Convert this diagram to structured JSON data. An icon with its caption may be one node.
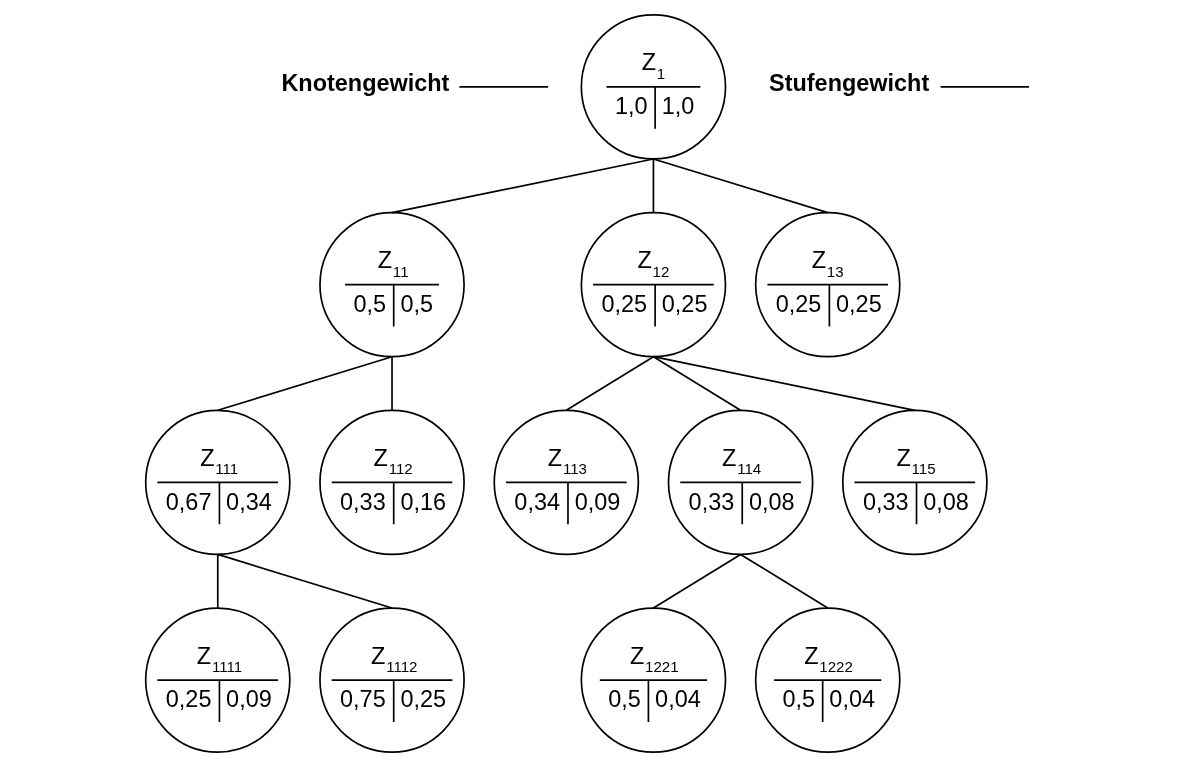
{
  "diagram": {
    "nodes": [
      {
        "text": [
          "Knotengewicht"
        ]
      },
      {
        "text": [
          "Z$_{1}$",
          "1,0",
          "1,0"
        ]
      },
      {
        "text": [
          "Stufengewicht"
        ]
      },
      {
        "text": [
          "Z$_{11}$",
          "0,5",
          "0,5"
        ]
      },
      {
        "text": [
          "Z$_{12}$",
          "0,25",
          "0,25"
        ]
      },
      {
        "text": [
          "Z$_{13}$",
          "0,25",
          "0,25"
        ]
      },
      {
        "text": [
          "Z$_{111}$",
          "0,67",
          "0,34"
        ]
      },
      {
        "text": [
          "Z$_{112}$",
          "0,33",
          "0,16"
        ]
      },
      {
        "text": [
          "Z$_{113}$",
          "0,34",
          "0,09"
        ]
      },
      {
        "text": [
          "Z$_{114}$",
          "0,33",
          "0,08"
        ]
      },
      {
        "text": [
          "Z$_{115}$",
          "0,33",
          "0,08"
        ]
      },
      {
        "text": [
          "Z$_{1111}$",
          "0,25",
          "0,09"
        ]
      },
      {
        "text": [
          "Z$_{1112}$",
          "0,75",
          "0,25"
        ]
      },
      {
        "text": [
          "Z$_{1221}$",
          "0,5",
          "0,04"
        ]
      },
      {
        "text": [
          "Z$_{1222}$",
          "0,5",
          "0,04"
        ]
      }
    ],
    "edges": [
      {
        "from": 1,
        "to": 3,
        "arrow": "none"
      },
      {
        "from": 1,
        "to": 4,
        "arrow": "none"
      },
      {
        "from": 1,
        "to": 5,
        "arrow": "none"
      },
      {
        "from": 3,
        "to": 6,
        "arrow": "none"
      },
      {
        "from": 3,
        "to": 7,
        "arrow": "none"
      },
      {
        "from": 4,
        "to": 8,
        "arrow": "none"
      },
      {
        "from": 4,
        "to": 9,
        "arrow": "none"
      },
      {
        "from": 4,
        "to": 10,
        "arrow": "none"
      },
      {
        "from": 6,
        "to": 11,
        "arrow": "none"
      },
      {
        "from": 6,
        "to": 12,
        "arrow": "none"
      },
      {
        "from": 9,
        "to": 13,
        "arrow": "none"
      },
      {
        "from": 9,
        "to": 14,
        "arrow": "none"
      },
      {
        "from": 0,
        "to": null,
        "arrow": "none"
      },
      {
        "from": 2,
        "to": null,
        "arrow": "none"
      }
    ]
  }
}
